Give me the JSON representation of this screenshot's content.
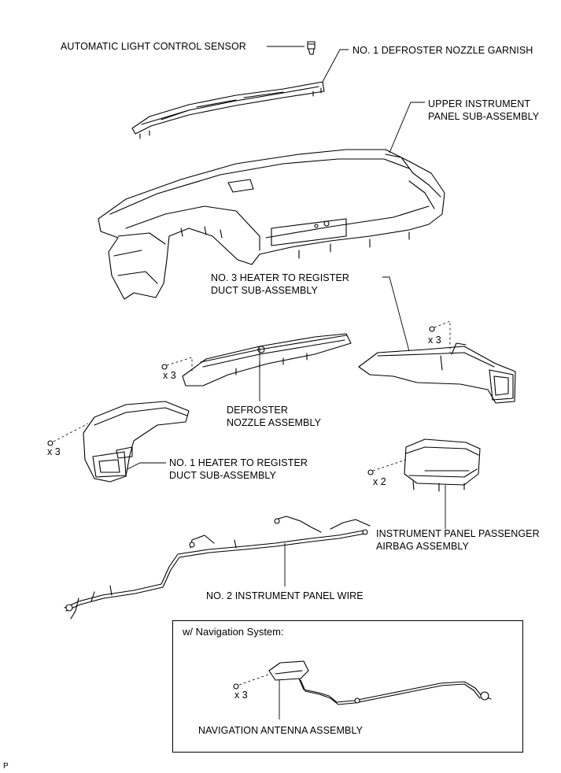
{
  "labels": {
    "sensor": "AUTOMATIC LIGHT CONTROL SENSOR",
    "garnish": "NO. 1 DEFROSTER NOZZLE GARNISH",
    "upper_panel": [
      "UPPER INSTRUMENT",
      "PANEL SUB-ASSEMBLY"
    ],
    "heater3": [
      "NO. 3 HEATER TO REGISTER",
      "DUCT SUB-ASSEMBLY"
    ],
    "defroster": [
      "DEFROSTER",
      "NOZZLE ASSEMBLY"
    ],
    "heater1": [
      "NO. 1 HEATER TO REGISTER",
      "DUCT SUB-ASSEMBLY"
    ],
    "airbag": [
      "INSTRUMENT PANEL PASSENGER",
      "AIRBAG ASSEMBLY"
    ],
    "wire": "NO. 2 INSTRUMENT PANEL WIRE",
    "nav_antenna": "NAVIGATION ANTENNA ASSEMBLY"
  },
  "quantities": {
    "heater3_screws": "x 3",
    "defroster_screws": "x 3",
    "heater1_screws": "x 3",
    "airbag_screws": "x 2",
    "nav_screws": "x 3"
  },
  "nav_box": {
    "title": "w/ Navigation System:"
  },
  "corner_mark": "P"
}
